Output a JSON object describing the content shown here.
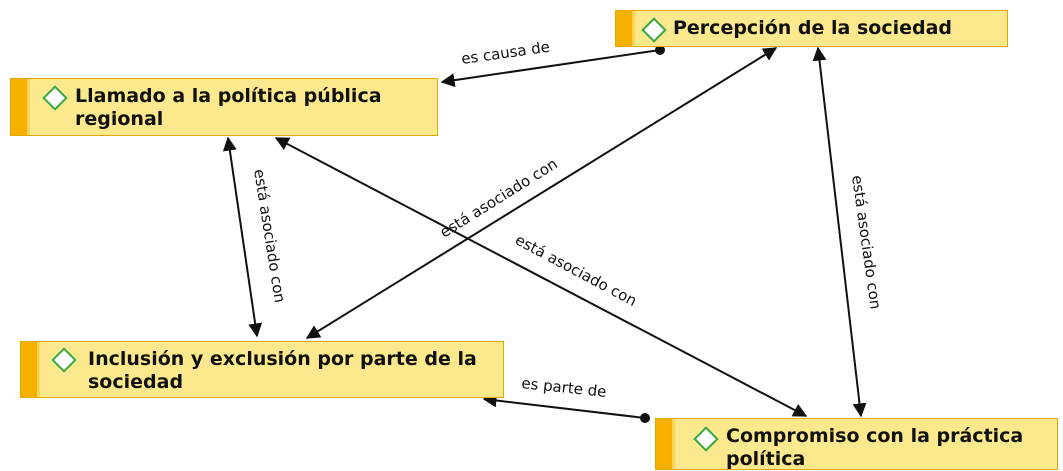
{
  "nodes": {
    "percepcion": "Percepción de la sociedad",
    "llamado": "Llamado a la política pública regional",
    "inclusion": "Inclusión y exclusión por parte de la sociedad",
    "compromiso": "Compromiso con la práctica política"
  },
  "edges": {
    "causa": "es causa de",
    "asociado_llamado_inclusion": "está asociado con",
    "asociado_percepcion_inclusion": "está asociado con",
    "asociado_llamado_compromiso": "está asociado con",
    "asociado_percepcion_compromiso": "está asociado con",
    "parte": "es parte de"
  },
  "colors": {
    "node_fill": "#fce98e",
    "node_stripe": "#f5b000",
    "node_border": "#e1a800",
    "diamond": "#3aa83a",
    "line": "#111111"
  }
}
